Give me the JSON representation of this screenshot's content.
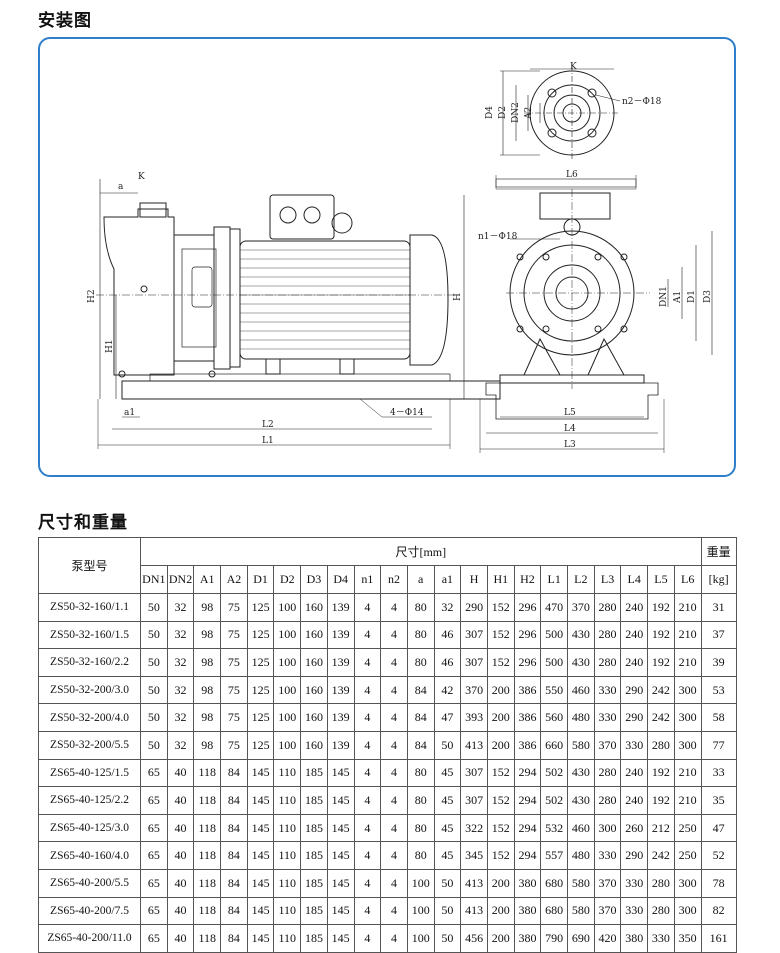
{
  "sections": {
    "installation_title": "安装图",
    "dimensions_title": "尺寸和重量"
  },
  "drawing_labels": {
    "k_top": "K",
    "n2": "n2－Φ18",
    "d4": "D4",
    "d2": "D2",
    "dn2": "DN2",
    "a2": "A2",
    "a": "a",
    "k_side": "K",
    "l6": "L6",
    "n1": "n1－Φ18",
    "h2": "H2",
    "h1": "H1",
    "h": "H",
    "dn1": "DN1",
    "a1": "A1",
    "d1": "D1",
    "d3": "D3",
    "a1_small": "a1",
    "bolt": "4－Φ14",
    "l2": "L2",
    "l1": "L1",
    "l5": "L5",
    "l4": "L4",
    "l3": "L3"
  },
  "table": {
    "model_header": "泵型号",
    "size_header": "尺寸[mm]",
    "weight_header": "重量",
    "weight_unit": "[kg]",
    "columns": [
      "DN1",
      "DN2",
      "A1",
      "A2",
      "D1",
      "D2",
      "D3",
      "D4",
      "n1",
      "n2",
      "a",
      "a1",
      "H",
      "H1",
      "H2",
      "L1",
      "L2",
      "L3",
      "L4",
      "L5",
      "L6"
    ],
    "rows": [
      {
        "model": "ZS50-32-160/1.1",
        "values": [
          "50",
          "32",
          "98",
          "75",
          "125",
          "100",
          "160",
          "139",
          "4",
          "4",
          "80",
          "32",
          "290",
          "152",
          "296",
          "470",
          "370",
          "280",
          "240",
          "192",
          "210"
        ],
        "weight": "31"
      },
      {
        "model": "ZS50-32-160/1.5",
        "values": [
          "50",
          "32",
          "98",
          "75",
          "125",
          "100",
          "160",
          "139",
          "4",
          "4",
          "80",
          "46",
          "307",
          "152",
          "296",
          "500",
          "430",
          "280",
          "240",
          "192",
          "210"
        ],
        "weight": "37"
      },
      {
        "model": "ZS50-32-160/2.2",
        "values": [
          "50",
          "32",
          "98",
          "75",
          "125",
          "100",
          "160",
          "139",
          "4",
          "4",
          "80",
          "46",
          "307",
          "152",
          "296",
          "500",
          "430",
          "280",
          "240",
          "192",
          "210"
        ],
        "weight": "39"
      },
      {
        "model": "ZS50-32-200/3.0",
        "values": [
          "50",
          "32",
          "98",
          "75",
          "125",
          "100",
          "160",
          "139",
          "4",
          "4",
          "84",
          "42",
          "370",
          "200",
          "386",
          "550",
          "460",
          "330",
          "290",
          "242",
          "300"
        ],
        "weight": "53"
      },
      {
        "model": "ZS50-32-200/4.0",
        "values": [
          "50",
          "32",
          "98",
          "75",
          "125",
          "100",
          "160",
          "139",
          "4",
          "4",
          "84",
          "47",
          "393",
          "200",
          "386",
          "560",
          "480",
          "330",
          "290",
          "242",
          "300"
        ],
        "weight": "58"
      },
      {
        "model": "ZS50-32-200/5.5",
        "values": [
          "50",
          "32",
          "98",
          "75",
          "125",
          "100",
          "160",
          "139",
          "4",
          "4",
          "84",
          "50",
          "413",
          "200",
          "386",
          "660",
          "580",
          "370",
          "330",
          "280",
          "300"
        ],
        "weight": "77"
      },
      {
        "model": "ZS65-40-125/1.5",
        "values": [
          "65",
          "40",
          "118",
          "84",
          "145",
          "110",
          "185",
          "145",
          "4",
          "4",
          "80",
          "45",
          "307",
          "152",
          "294",
          "502",
          "430",
          "280",
          "240",
          "192",
          "210"
        ],
        "weight": "33"
      },
      {
        "model": "ZS65-40-125/2.2",
        "values": [
          "65",
          "40",
          "118",
          "84",
          "145",
          "110",
          "185",
          "145",
          "4",
          "4",
          "80",
          "45",
          "307",
          "152",
          "294",
          "502",
          "430",
          "280",
          "240",
          "192",
          "210"
        ],
        "weight": "35"
      },
      {
        "model": "ZS65-40-125/3.0",
        "values": [
          "65",
          "40",
          "118",
          "84",
          "145",
          "110",
          "185",
          "145",
          "4",
          "4",
          "80",
          "45",
          "322",
          "152",
          "294",
          "532",
          "460",
          "300",
          "260",
          "212",
          "250"
        ],
        "weight": "47"
      },
      {
        "model": "ZS65-40-160/4.0",
        "values": [
          "65",
          "40",
          "118",
          "84",
          "145",
          "110",
          "185",
          "145",
          "4",
          "4",
          "80",
          "45",
          "345",
          "152",
          "294",
          "557",
          "480",
          "330",
          "290",
          "242",
          "250"
        ],
        "weight": "52"
      },
      {
        "model": "ZS65-40-200/5.5",
        "values": [
          "65",
          "40",
          "118",
          "84",
          "145",
          "110",
          "185",
          "145",
          "4",
          "4",
          "100",
          "50",
          "413",
          "200",
          "380",
          "680",
          "580",
          "370",
          "330",
          "280",
          "300"
        ],
        "weight": "78"
      },
      {
        "model": "ZS65-40-200/7.5",
        "values": [
          "65",
          "40",
          "118",
          "84",
          "145",
          "110",
          "185",
          "145",
          "4",
          "4",
          "100",
          "50",
          "413",
          "200",
          "380",
          "680",
          "580",
          "370",
          "330",
          "280",
          "300"
        ],
        "weight": "82"
      },
      {
        "model": "ZS65-40-200/11.0",
        "values": [
          "65",
          "40",
          "118",
          "84",
          "145",
          "110",
          "185",
          "145",
          "4",
          "4",
          "100",
          "50",
          "456",
          "200",
          "380",
          "790",
          "690",
          "420",
          "380",
          "330",
          "350"
        ],
        "weight": "161"
      }
    ]
  }
}
